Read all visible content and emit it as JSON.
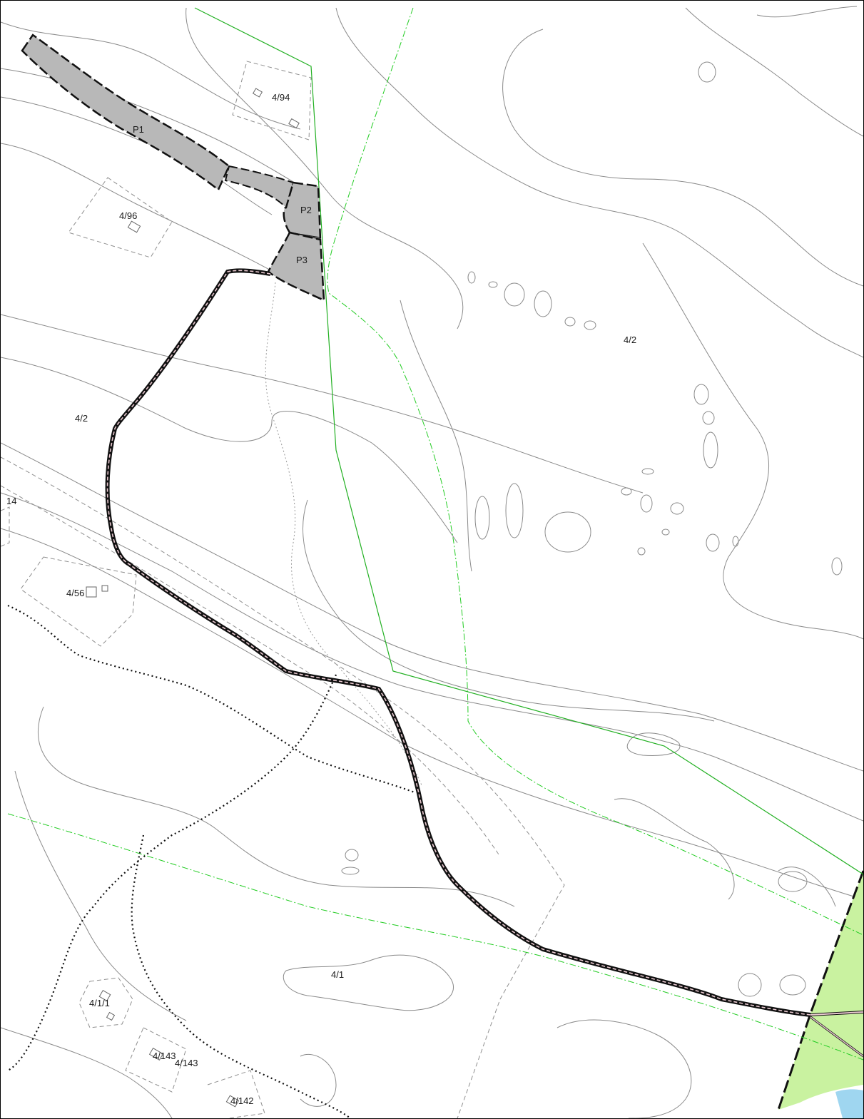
{
  "map": {
    "labels": {
      "p1": "P1",
      "p2": "P2",
      "p3": "P3",
      "prop_4_94": "4/94",
      "prop_4_96": "4/96",
      "prop_4_2_left": "4/2",
      "prop_4_2_right": "4/2",
      "prop_14": "14",
      "prop_4_56": "4/56",
      "prop_4_1": "4/1",
      "prop_4_1_1": "4/1/1",
      "prop_4_143a": "4/143",
      "prop_4_143b": "4/143",
      "prop_4_142": "4/142"
    },
    "colors": {
      "parking_fill": "#b8b8b8",
      "zone_fill": "#c9f2a0",
      "green_line": "#22b022",
      "contour": "#8a8a8a",
      "water": "#9fd6f0"
    }
  }
}
